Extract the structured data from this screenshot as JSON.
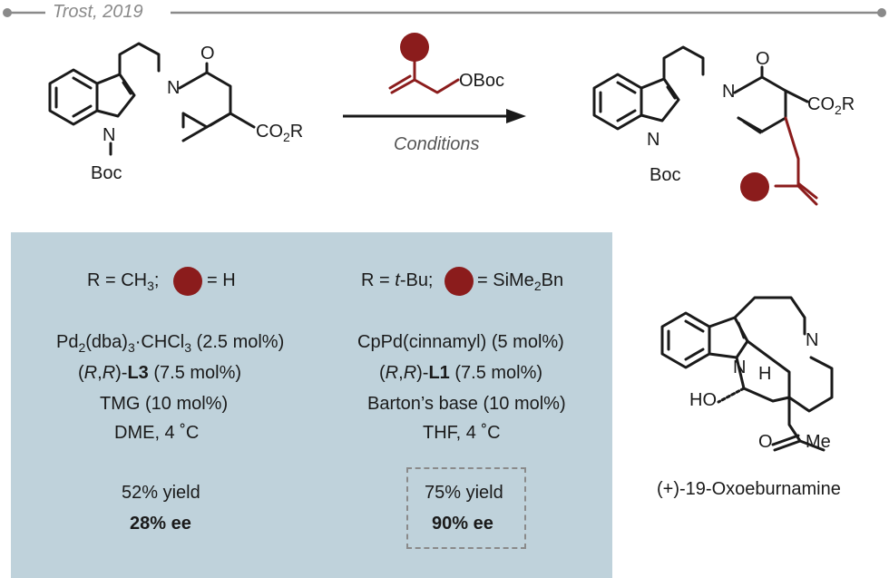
{
  "header": {
    "citation": "Trost, 2019"
  },
  "colors": {
    "accent": "#8b1c1c",
    "panel": "#bfd2db",
    "rule": "#8a8a8a",
    "ink": "#1a1a1a"
  },
  "reaction": {
    "reagent_label": "OBoc",
    "arrow_label": "Conditions",
    "start_material": {
      "boc": "Boc",
      "n": "N",
      "o": "O",
      "n_indole": "N",
      "ester_prefix": "CO",
      "ester_sub": "2",
      "ester_suffix": "R"
    },
    "product": {
      "boc": "Boc",
      "n": "N",
      "o": "O",
      "n_indole": "N",
      "ester_prefix": "CO",
      "ester_sub": "2",
      "ester_suffix": "R"
    }
  },
  "conditions": {
    "left": {
      "r_prefix": "R = CH",
      "r_sub": "3",
      "r_suffix": ";",
      "equals": "= H",
      "cat_prefix": "Pd",
      "cat_sub1": "2",
      "cat_mid": "(dba)",
      "cat_sub2": "3",
      "cat_mid2": "·CHCl",
      "cat_sub3": "3",
      "cat_suffix": " (2.5 mol%)",
      "lig_prefix": "(",
      "lig_r1": "R",
      "lig_comma": ",",
      "lig_r2": "R",
      "lig_close": ")-",
      "lig_bold": "L3",
      "lig_suffix": " (7.5 mol%)",
      "base": "TMG (10 mol%)",
      "solvent": "DME, 4 ˚C",
      "yield": "52% yield",
      "ee": "28% ee"
    },
    "right": {
      "r_prefix": "R = ",
      "r_italic": "t",
      "r_suffix": "-Bu;",
      "equals_prefix": "= SiMe",
      "equals_sub": "2",
      "equals_suffix": "Bn",
      "catalyst": "CpPd(cinnamyl) (5 mol%)",
      "lig_prefix": "(",
      "lig_r1": "R",
      "lig_comma": ",",
      "lig_r2": "R",
      "lig_close": ")-",
      "lig_bold": "L1",
      "lig_suffix": " (7.5 mol%)",
      "base": "Barton’s base (10 mol%)",
      "solvent": "THF, 4 ˚C",
      "yield": "75% yield",
      "ee": "90% ee"
    }
  },
  "target": {
    "name": "(+)-19-Oxoeburnamine",
    "n1": "N",
    "n2": "N",
    "h": "H",
    "ho": "HO",
    "o": "O",
    "me": "Me"
  }
}
